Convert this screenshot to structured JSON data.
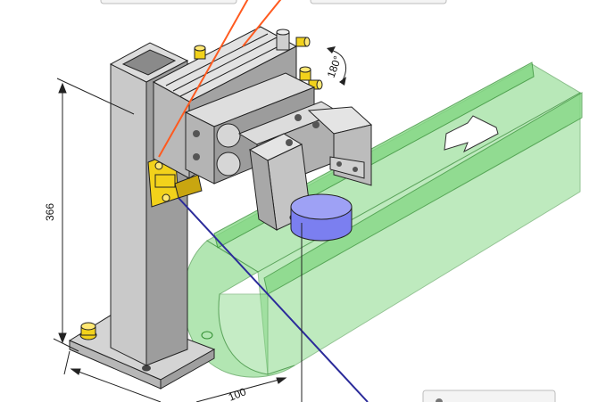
{
  "dimensions": {
    "height_label": "366",
    "depth_label": "100",
    "rotation_label": "180°"
  },
  "colors": {
    "column": "#c9c9c9",
    "column_dark": "#9d9d9d",
    "conveyor": "#7fd67f",
    "conveyor_edge": "#2e8b2e",
    "fitting": "#f2d21b",
    "workpiece": "#7b7ff0",
    "leader_orange": "#ff5a1f",
    "leader_blue": "#2b2b9a",
    "flow_arrow": "#ffffff"
  }
}
